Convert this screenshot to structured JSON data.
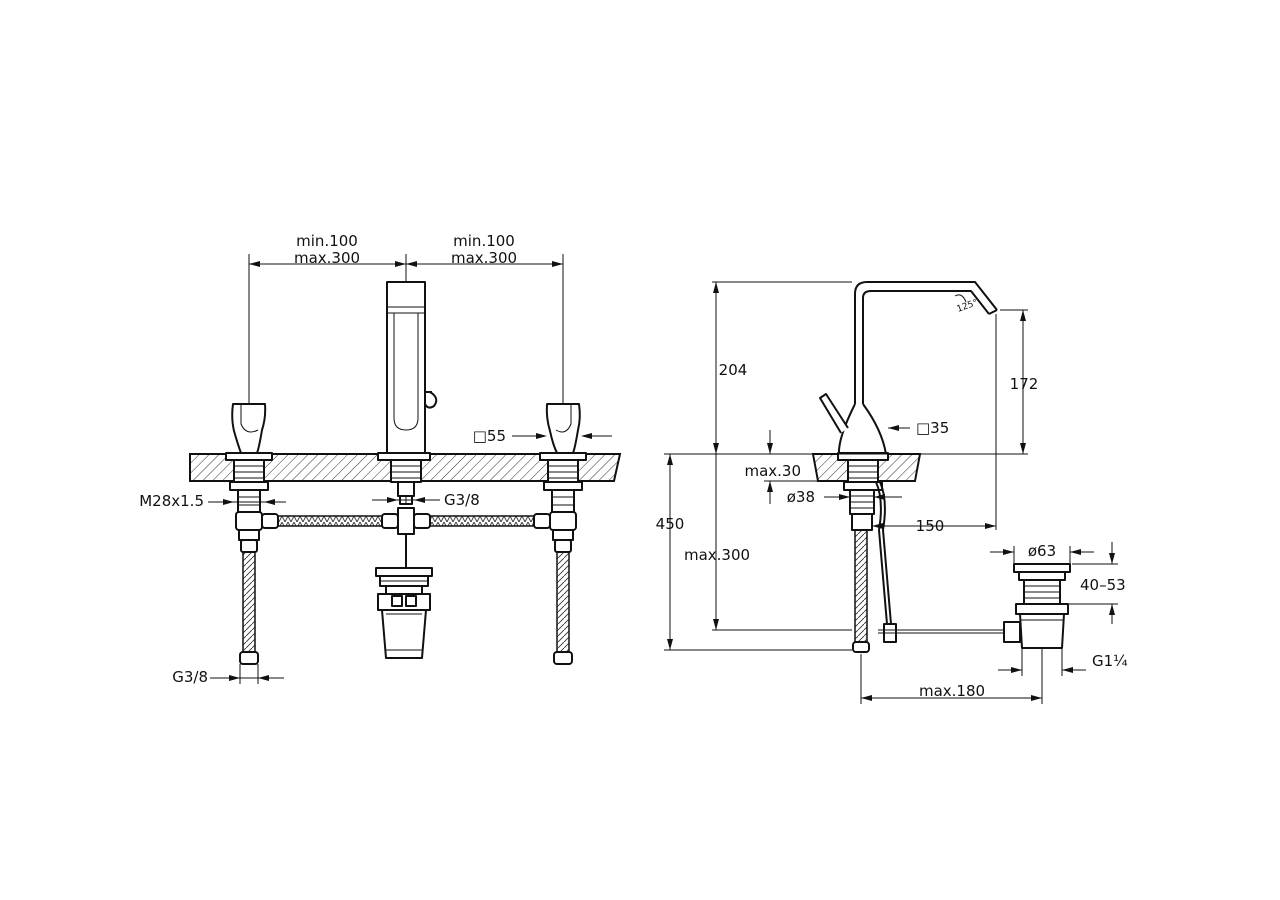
{
  "labels": {
    "left_spacing_min": "min.100",
    "left_spacing_max": "max.300",
    "right_spacing_min": "min.100",
    "right_spacing_max": "max.300",
    "handle_size": "□55",
    "thread": "M28x1.5",
    "supply_left": "G3/8",
    "supply_bottom": "G3/8",
    "height_total": "204",
    "height_outlet": "172",
    "spout_angle": "125°",
    "spout_base_size": "□35",
    "deck_thickness": "max.30",
    "hole_diameter": "ø38",
    "overall_height": "450",
    "hose_length": "max.300",
    "spout_reach": "150",
    "waste_diameter": "ø63",
    "waste_height": "40–53",
    "waste_thread": "G1¼",
    "rod_length": "max.180"
  }
}
